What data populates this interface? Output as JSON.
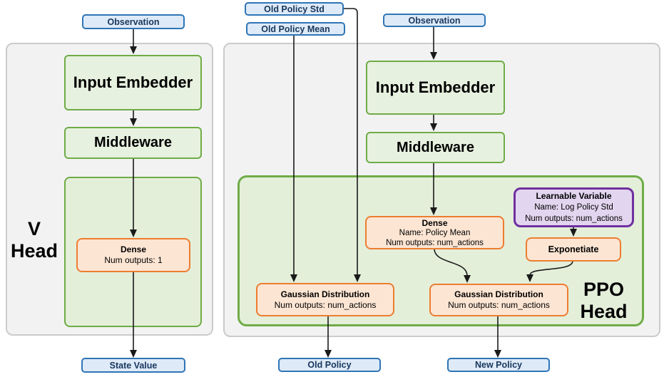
{
  "colors": {
    "blue_border": "#2E75B6",
    "blue_fill": "#DEEAF7",
    "blue_text": "#17375E",
    "green_border": "#6FAC46",
    "green_node_fill": "#E7F1DF",
    "green_container_fill": "#E4EFDA",
    "orange_border": "#ED7D31",
    "orange_fill": "#FCE5D3",
    "purple_border": "#7030A0",
    "purple_fill": "#E2D5EF",
    "panel_fill": "#F2F2F3",
    "panel_border": "#CBCBCB",
    "line_color": "#1A1A1A"
  },
  "v_head": {
    "title_line1": "V",
    "title_line2": "Head",
    "observation_label": "Observation",
    "input_embedder_label": "Input Embedder",
    "middleware_label": "Middleware",
    "dense": {
      "title": "Dense",
      "outputs": "Num outputs: 1"
    },
    "output_label": "State Value"
  },
  "ppo_head": {
    "title_line1": "PPO",
    "title_line2": "Head",
    "old_policy_std_label": "Old Policy Std",
    "old_policy_mean_label": "Old Policy Mean",
    "observation_label": "Observation",
    "input_embedder_label": "Input Embedder",
    "middleware_label": "Middleware",
    "dense": {
      "title": "Dense",
      "name": "Name: Policy Mean",
      "outputs": "Num outputs: num_actions"
    },
    "learnable_variable": {
      "title": "Learnable Variable",
      "name": "Name: Log Policy Std",
      "outputs": "Num outputs: num_actions"
    },
    "exponetiate_label": "Exponetiate",
    "gaussian_old": {
      "title": "Gaussian Distribution",
      "outputs": "Num outputs: num_actions"
    },
    "gaussian_new": {
      "title": "Gaussian Distribution",
      "outputs": "Num outputs: num_actions"
    },
    "old_policy_label": "Old Policy",
    "new_policy_label": "New Policy"
  }
}
